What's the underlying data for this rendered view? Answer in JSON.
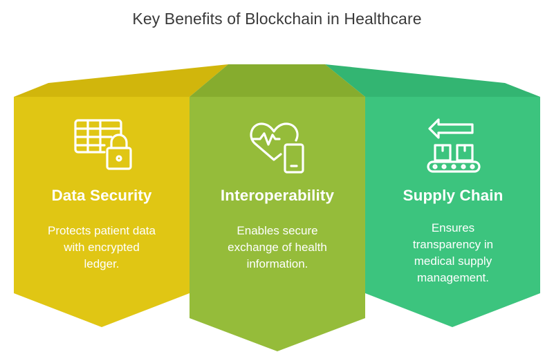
{
  "title": "Key Benefits of Blockchain in Healthcare",
  "colors": {
    "yellow_main": "#E0C614",
    "yellow_dark": "#D1B60C",
    "olive_main": "#95BC3A",
    "olive_dark": "#86AC2E",
    "green_main": "#3CC47E",
    "green_dark": "#33B572",
    "icon_stroke": "#ffffff",
    "title_text": "#3a3a3a"
  },
  "columns": [
    {
      "id": "data-security",
      "icon": "spreadsheet-lock-icon",
      "title": "Data Security",
      "description": [
        "Protects patient data",
        "with encrypted",
        "ledger."
      ]
    },
    {
      "id": "interoperability",
      "icon": "heart-tablet-icon",
      "title": "Interoperability",
      "description": [
        "Enables secure",
        "exchange of health",
        "information."
      ]
    },
    {
      "id": "supply-chain",
      "icon": "conveyor-arrow-icon",
      "title": "Supply Chain",
      "description": [
        "Ensures",
        "transparency in",
        "medical supply",
        "management."
      ]
    }
  ]
}
